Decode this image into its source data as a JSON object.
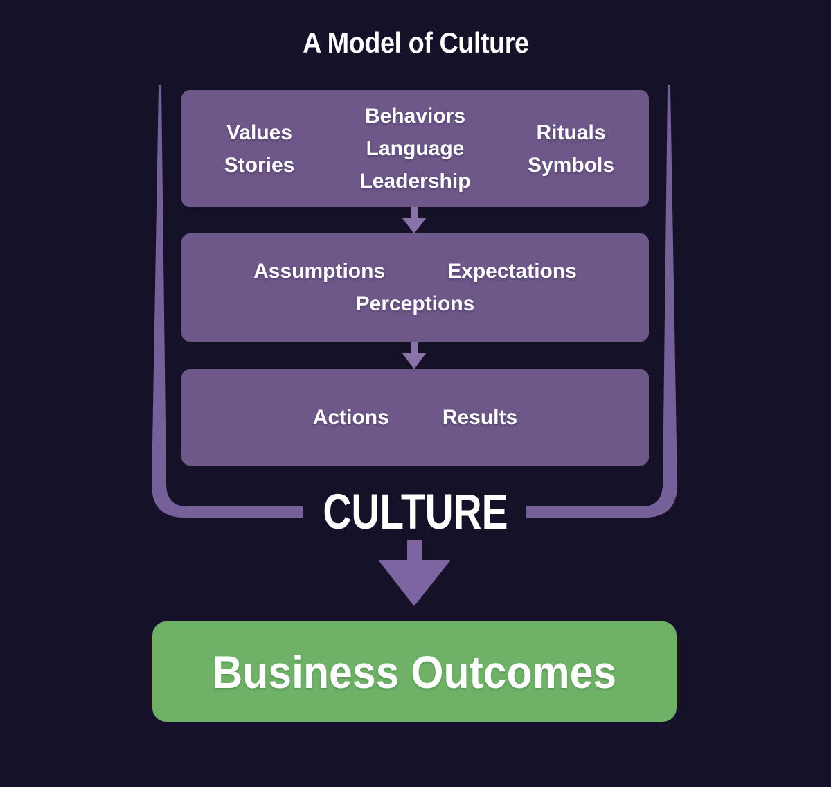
{
  "title": "A Model of Culture",
  "model": {
    "artifacts_layer": {
      "col_left": [
        "Values",
        "Stories"
      ],
      "col_center": [
        "Behaviors",
        "Language",
        "Leadership"
      ],
      "col_right": [
        "Rituals",
        "Symbols"
      ]
    },
    "beliefs_layer": {
      "row_top": [
        "Assumptions",
        "Expectations"
      ],
      "row_bottom": [
        "Perceptions"
      ]
    },
    "results_layer": [
      "Actions",
      "Results"
    ],
    "culture_label": "CULTURE",
    "outcome_label": "Business Outcomes"
  },
  "colors": {
    "background": "#151129",
    "panel_purple": "#6D5889",
    "bracket_purple": "#75609A",
    "small_arrow_purple": "#8B73A8",
    "big_arrow_purple": "#7C65A1",
    "outcome_green": "#6FB267",
    "text": "#FFFFFF"
  }
}
